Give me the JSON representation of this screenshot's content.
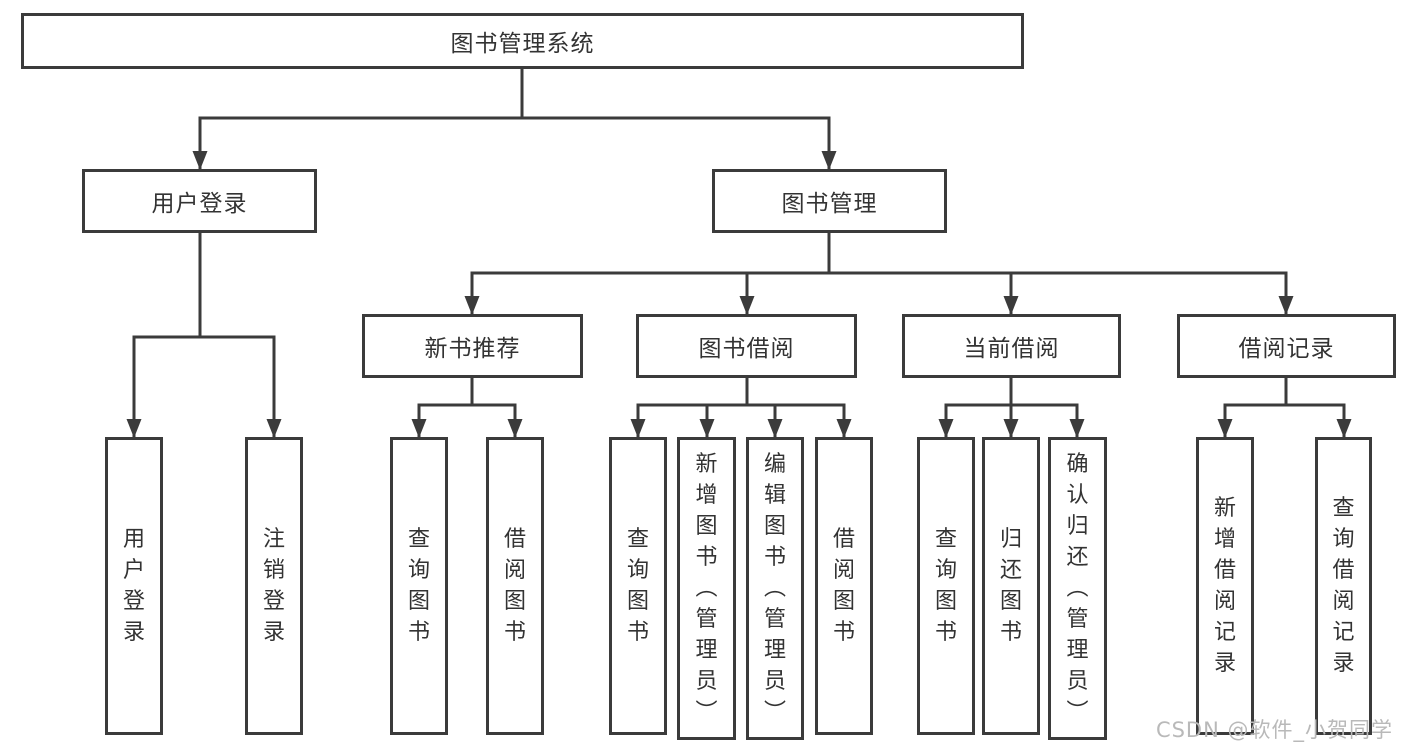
{
  "diagram": {
    "title_node": {
      "label": "图书管理系统"
    },
    "level2": [
      {
        "label": "用户登录"
      },
      {
        "label": "图书管理"
      }
    ],
    "level3": [
      {
        "label": "新书推荐"
      },
      {
        "label": "图书借阅"
      },
      {
        "label": "当前借阅"
      },
      {
        "label": "借阅记录"
      }
    ],
    "leaves": [
      {
        "label": "用户登录"
      },
      {
        "label": "注销登录"
      },
      {
        "label": "查询图书"
      },
      {
        "label": "借阅图书"
      },
      {
        "label": "查询图书"
      },
      {
        "label": "新增图书（管理员）"
      },
      {
        "label": "编辑图书（管理员）"
      },
      {
        "label": "借阅图书"
      },
      {
        "label": "查询图书"
      },
      {
        "label": "归还图书"
      },
      {
        "label": "确认归还（管理员）"
      },
      {
        "label": "新增借阅记录"
      },
      {
        "label": "查询借阅记录"
      }
    ]
  },
  "watermark": {
    "text": "CSDN @软件_小贺同学"
  },
  "colors": {
    "line": "#3b3b3b",
    "text": "#333333",
    "watermark": "#b9b9b9",
    "background": "#ffffff"
  }
}
